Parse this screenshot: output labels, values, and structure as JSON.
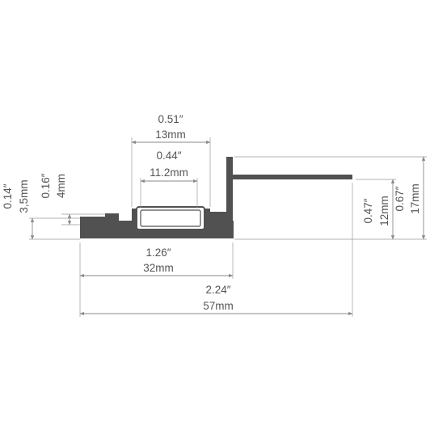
{
  "colors": {
    "profile": "#515151",
    "led": "#ffffff",
    "dimension": "#8a8a8a",
    "text": "#555555"
  },
  "dimensions": {
    "top_width_in": "0.51″",
    "top_width_mm": "13mm",
    "inner_width_in": "0.44″",
    "inner_width_mm": "11.2mm",
    "left_outer_in": "0.14″",
    "left_outer_mm": "3,5mm",
    "left_inner_in": "0.16″",
    "left_inner_mm": "4mm",
    "base_width_in": "1.26″",
    "base_width_mm": "32mm",
    "total_width_in": "2.24″",
    "total_width_mm": "57mm",
    "right_inner_in": "0.47″",
    "right_inner_mm": "12mm",
    "right_outer_in": "0.67″",
    "right_outer_mm": "17mm"
  }
}
